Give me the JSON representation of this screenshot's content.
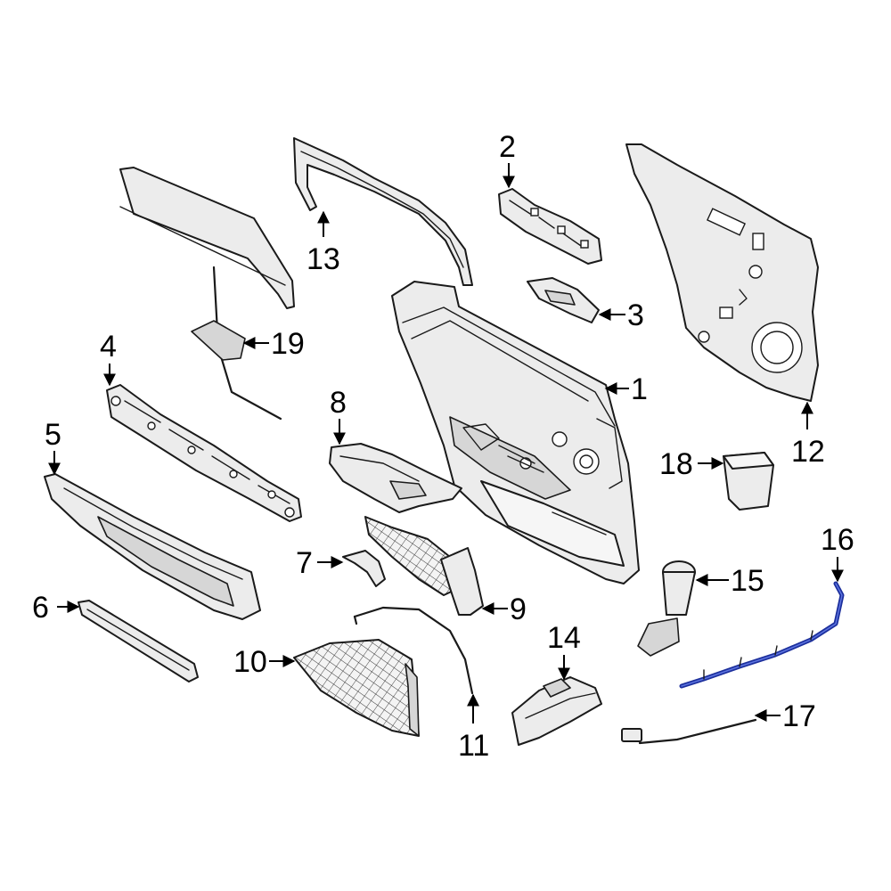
{
  "diagram": {
    "highlight_color": "#1c2f9c",
    "callouts": [
      "1",
      "2",
      "3",
      "4",
      "5",
      "6",
      "7",
      "8",
      "9",
      "10",
      "11",
      "12",
      "13",
      "14",
      "15",
      "16",
      "17",
      "18",
      "19"
    ]
  }
}
